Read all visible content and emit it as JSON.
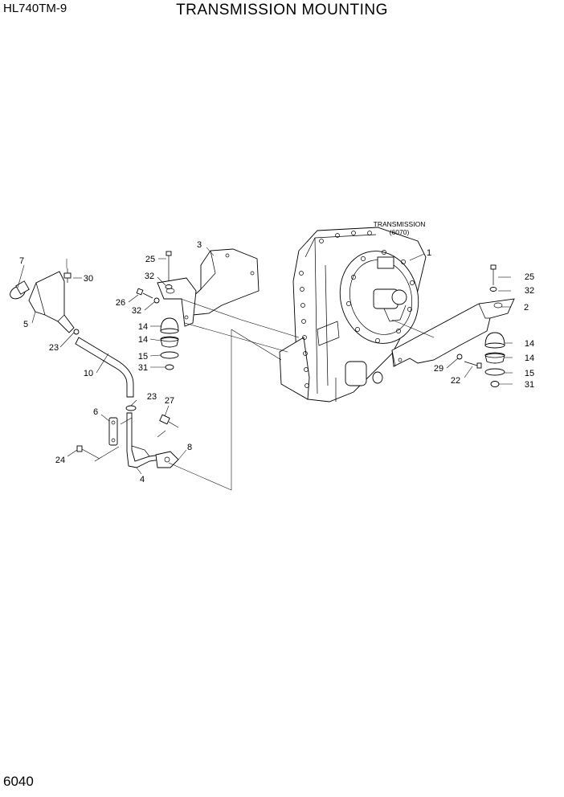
{
  "header": {
    "model": "HL740TM-9",
    "title": "TRANSMISSION MOUNTING"
  },
  "footer": {
    "page_number": "6040"
  },
  "diagram": {
    "transmission_note": [
      "TRANSMISSION",
      "(6070)"
    ],
    "callouts": {
      "p1": "1",
      "p2": "2",
      "p3": "3",
      "p4": "4",
      "p5": "5",
      "p6": "6",
      "p7": "7",
      "p8": "8",
      "p10": "10",
      "p14a": "14",
      "p14b": "14",
      "p14c": "14",
      "p14d": "14",
      "p15a": "15",
      "p15b": "15",
      "p22": "22",
      "p23a": "23",
      "p23b": "23",
      "p24": "24",
      "p25a": "25",
      "p25b": "25",
      "p26": "26",
      "p27": "27",
      "p29": "29",
      "p30": "30",
      "p31a": "31",
      "p31b": "31",
      "p32a": "32",
      "p32b": "32",
      "p32c": "32"
    }
  }
}
